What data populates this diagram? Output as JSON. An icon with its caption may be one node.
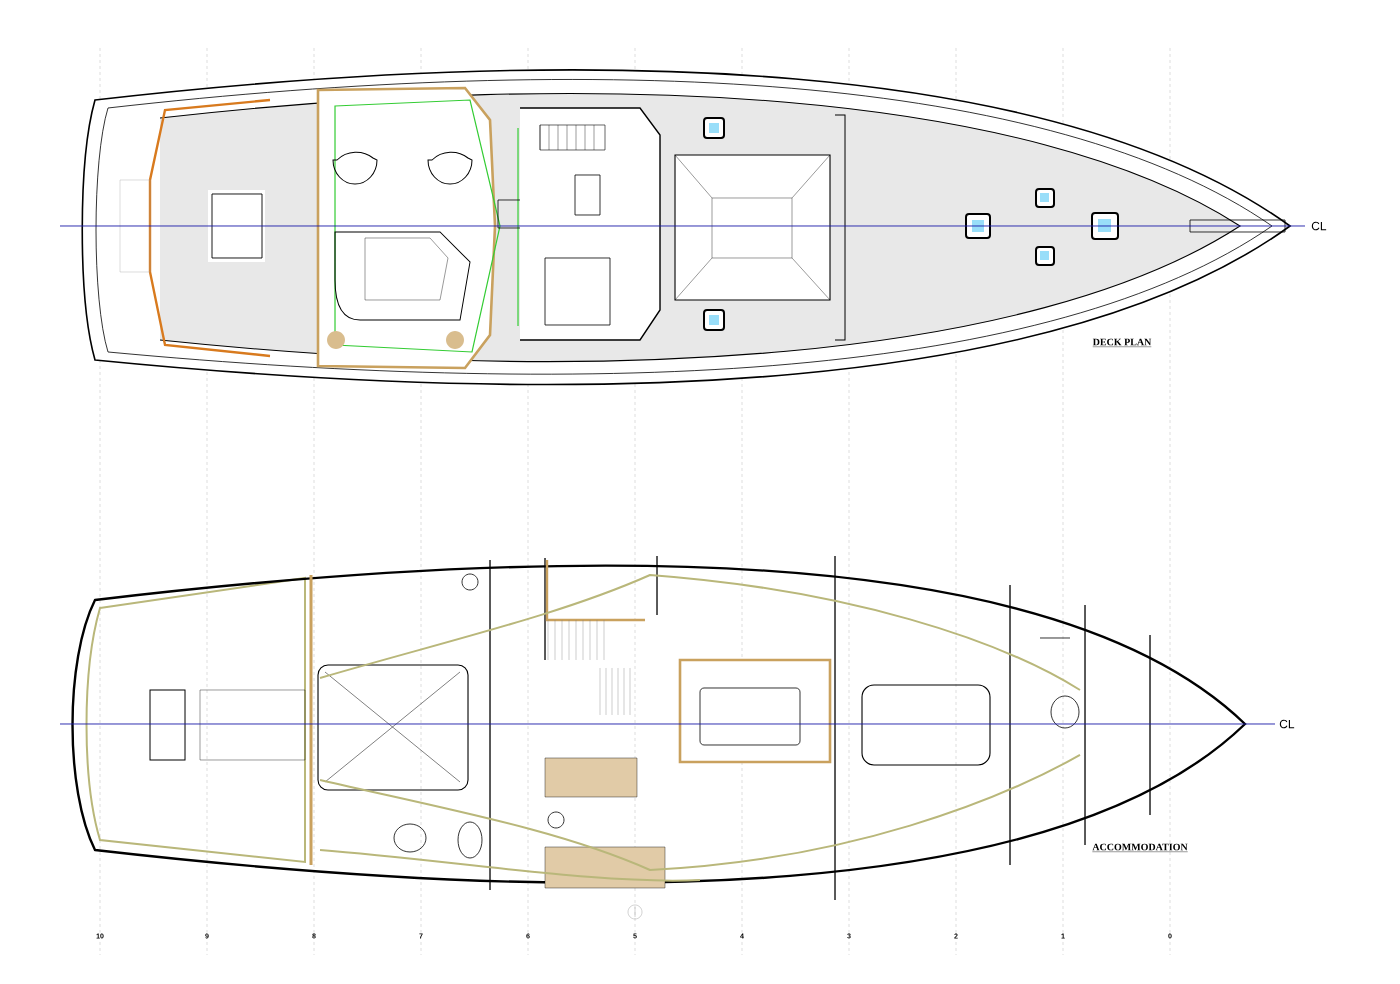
{
  "diagram": {
    "labels": [
      "CL",
      "DECK PLAN",
      "CL",
      "ACCOMMODATION",
      "10",
      "9",
      "8",
      "7",
      "6",
      "5",
      "4",
      "3",
      "2",
      "1",
      "0"
    ]
  }
}
